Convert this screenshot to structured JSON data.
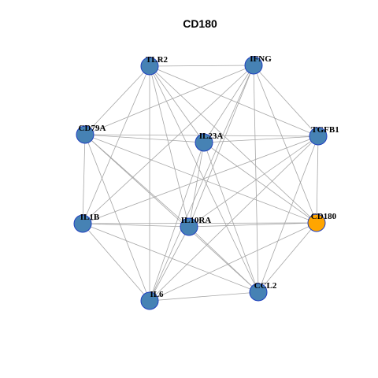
{
  "graph": {
    "title": "CD180",
    "colors": {
      "default_node": "#4682b4",
      "highlight_node": "#ffa500",
      "edge": "#a6a6a6",
      "node_border": "#1f3fbf"
    },
    "nodes": [
      {
        "id": "TLR2",
        "label": "TLR2",
        "highlight": false
      },
      {
        "id": "IFNG",
        "label": "IFNG",
        "highlight": false
      },
      {
        "id": "CD79A",
        "label": "CD79A",
        "highlight": false
      },
      {
        "id": "IL23A",
        "label": "IL23A",
        "highlight": false
      },
      {
        "id": "TGFB1",
        "label": "TGFB1",
        "highlight": false
      },
      {
        "id": "IL1B",
        "label": "IL1B",
        "highlight": false
      },
      {
        "id": "IL10RA",
        "label": "IL10RA",
        "highlight": false
      },
      {
        "id": "CD180",
        "label": "CD180",
        "highlight": true
      },
      {
        "id": "CCL2",
        "label": "CCL2",
        "highlight": false
      },
      {
        "id": "IL6",
        "label": "IL6",
        "highlight": false
      }
    ],
    "edges": [
      [
        "TLR2",
        "IFNG"
      ],
      [
        "TLR2",
        "CD79A"
      ],
      [
        "TLR2",
        "IL1B"
      ],
      [
        "TLR2",
        "IL6"
      ],
      [
        "TLR2",
        "CCL2"
      ],
      [
        "TLR2",
        "IL10RA"
      ],
      [
        "TLR2",
        "IL23A"
      ],
      [
        "TLR2",
        "TGFB1"
      ],
      [
        "TLR2",
        "CD180"
      ],
      [
        "IFNG",
        "CD79A"
      ],
      [
        "IFNG",
        "IL23A"
      ],
      [
        "IFNG",
        "IL1B"
      ],
      [
        "IFNG",
        "IL10RA"
      ],
      [
        "IFNG",
        "IL6"
      ],
      [
        "IFNG",
        "CCL2"
      ],
      [
        "IFNG",
        "TGFB1"
      ],
      [
        "IFNG",
        "CD180"
      ],
      [
        "CD79A",
        "IL23A"
      ],
      [
        "CD79A",
        "IL1B"
      ],
      [
        "CD79A",
        "IL6"
      ],
      [
        "CD79A",
        "CCL2"
      ],
      [
        "CD79A",
        "IL10RA"
      ],
      [
        "CD79A",
        "TGFB1"
      ],
      [
        "CD79A",
        "CD180"
      ],
      [
        "IL23A",
        "TGFB1"
      ],
      [
        "IL23A",
        "IL6"
      ],
      [
        "IL23A",
        "CCL2"
      ],
      [
        "IL23A",
        "IL10RA"
      ],
      [
        "IL23A",
        "CD180"
      ],
      [
        "TGFB1",
        "IL1B"
      ],
      [
        "TGFB1",
        "IL6"
      ],
      [
        "TGFB1",
        "CCL2"
      ],
      [
        "TGFB1",
        "IL10RA"
      ],
      [
        "TGFB1",
        "CD180"
      ],
      [
        "IL1B",
        "IL10RA"
      ],
      [
        "IL1B",
        "CD180"
      ],
      [
        "IL1B",
        "CCL2"
      ],
      [
        "IL1B",
        "IL6"
      ],
      [
        "IL10RA",
        "CCL2"
      ],
      [
        "IL10RA",
        "CD180"
      ],
      [
        "IL10RA",
        "IL6"
      ],
      [
        "CD180",
        "CCL2"
      ],
      [
        "CD180",
        "IL6"
      ],
      [
        "IL6",
        "CCL2"
      ]
    ]
  }
}
